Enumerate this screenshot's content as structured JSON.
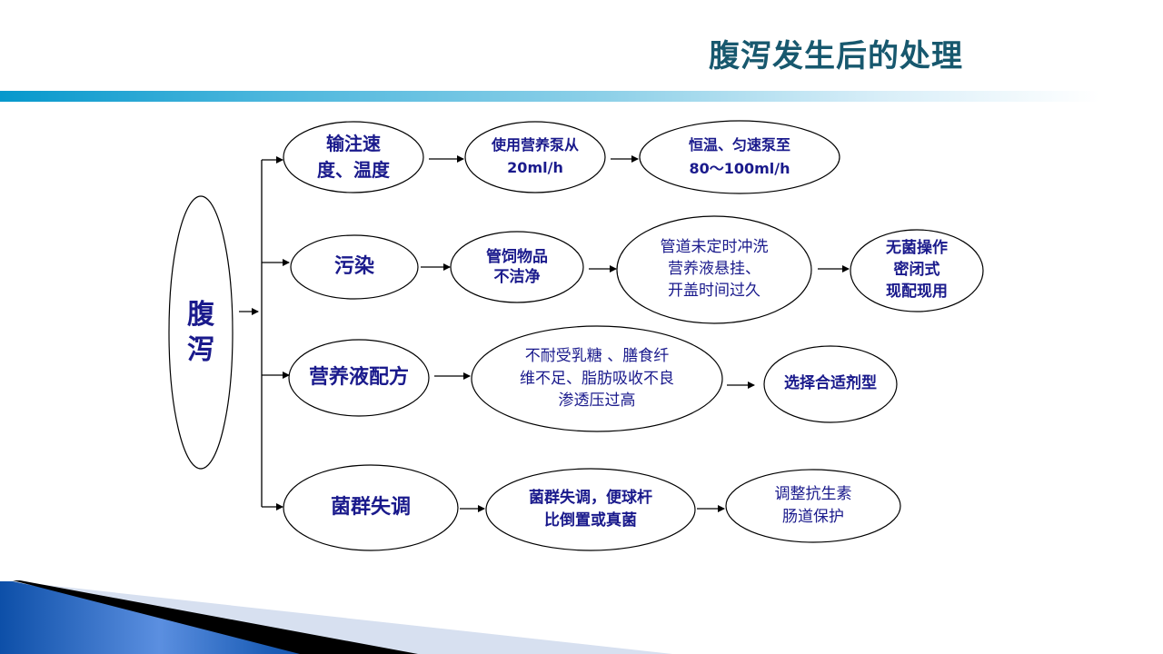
{
  "slide": {
    "title": "腹泻发生后的处理"
  },
  "colors": {
    "title": "#17586e",
    "node_text": "#1a1a8c",
    "header_bar_start": "#0698cc",
    "footer_blue": "#1e5fb8"
  },
  "root": {
    "lines": [
      "腹",
      "泻"
    ]
  },
  "branches": [
    {
      "cause": [
        "输注速",
        "度、温度"
      ],
      "detail": [
        "使用营养泵从",
        "20ml/h"
      ],
      "action": [
        "恒温、匀速泵至",
        "80～100ml/h"
      ]
    },
    {
      "cause": [
        "污染"
      ],
      "detail": [
        "管饲物品",
        "不洁净"
      ],
      "detail2": [
        "管道未定时冲洗",
        "营养液悬挂、",
        "开盖时间过久"
      ],
      "action": [
        "无菌操作",
        "密闭式",
        "现配现用"
      ]
    },
    {
      "cause": [
        "营养液配方"
      ],
      "detail": [
        "不耐受乳糖 、膳食纤",
        "维不足、脂肪吸收不良",
        "渗透压过高"
      ],
      "action": [
        "选择合适剂型"
      ]
    },
    {
      "cause": [
        "菌群失调"
      ],
      "detail": [
        "菌群失调，便球杆",
        "比倒置或真菌"
      ],
      "action": [
        "调整抗生素",
        "肠道保护"
      ]
    }
  ]
}
